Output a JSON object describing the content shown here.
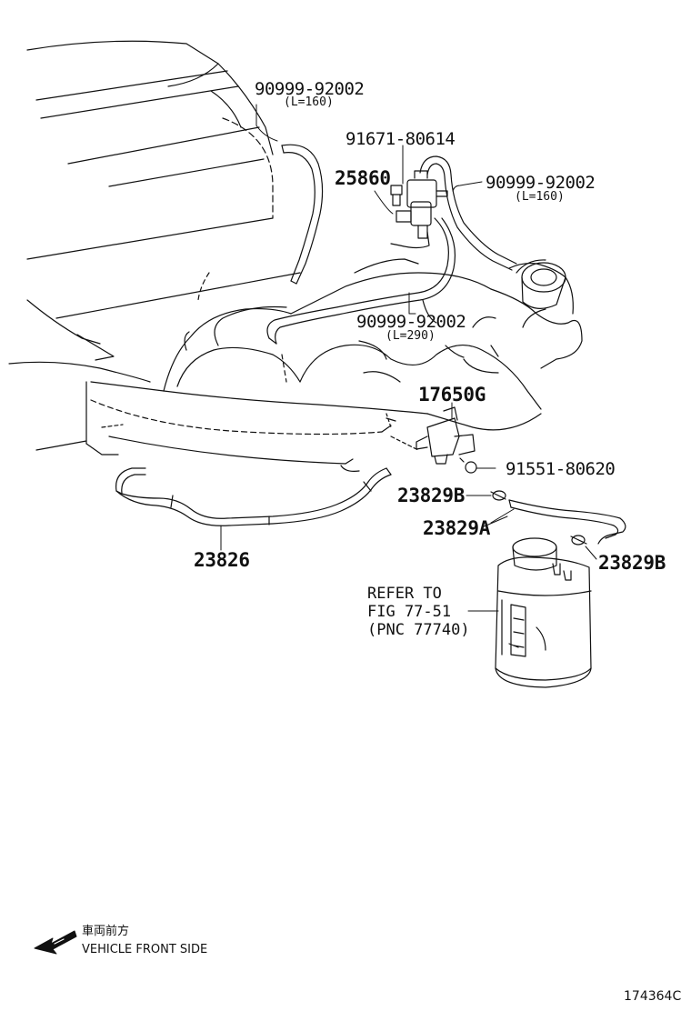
{
  "labels": {
    "hose_top_left": {
      "part_no": "90999-92002",
      "length": "(L=160)"
    },
    "bolt_top": {
      "part_no": "91671-80614"
    },
    "valve_top": {
      "part_no": "25860"
    },
    "hose_top_right": {
      "part_no": "90999-92002",
      "length": "(L=160)"
    },
    "hose_middle": {
      "part_no": "90999-92002",
      "length": "(L=290)"
    },
    "valve_middle": {
      "part_no": "17650G"
    },
    "bolt_middle": {
      "part_no": "91551-80620"
    },
    "clip_left": {
      "part_no": "23829B"
    },
    "hose_right": {
      "part_no": "23829A"
    },
    "clip_right": {
      "part_no": "23829B"
    },
    "hose_bottom_left": {
      "part_no": "23826"
    }
  },
  "reference_note": {
    "line1": "REFER TO",
    "line2": "FIG 77-51",
    "line3": "(PNC 77740)"
  },
  "front_indicator": {
    "japanese": "車両前方",
    "english": "VEHICLE FRONT SIDE"
  },
  "figure_id": "174364C"
}
